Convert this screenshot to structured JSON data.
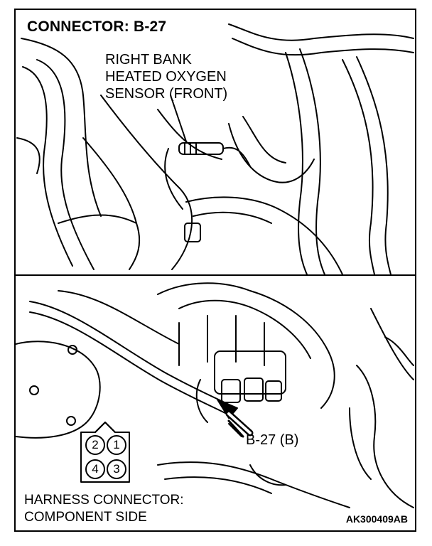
{
  "title": "CONNECTOR: B-27",
  "sensor_label": [
    "RIGHT BANK",
    "HEATED OXYGEN",
    "SENSOR (FRONT)"
  ],
  "connector_callout": "B-27 (B)",
  "connector_view": [
    "HARNESS CONNECTOR:",
    "COMPONENT SIDE"
  ],
  "pins": [
    "2",
    "1",
    "4",
    "3"
  ],
  "figure_code": "AK300409AB"
}
